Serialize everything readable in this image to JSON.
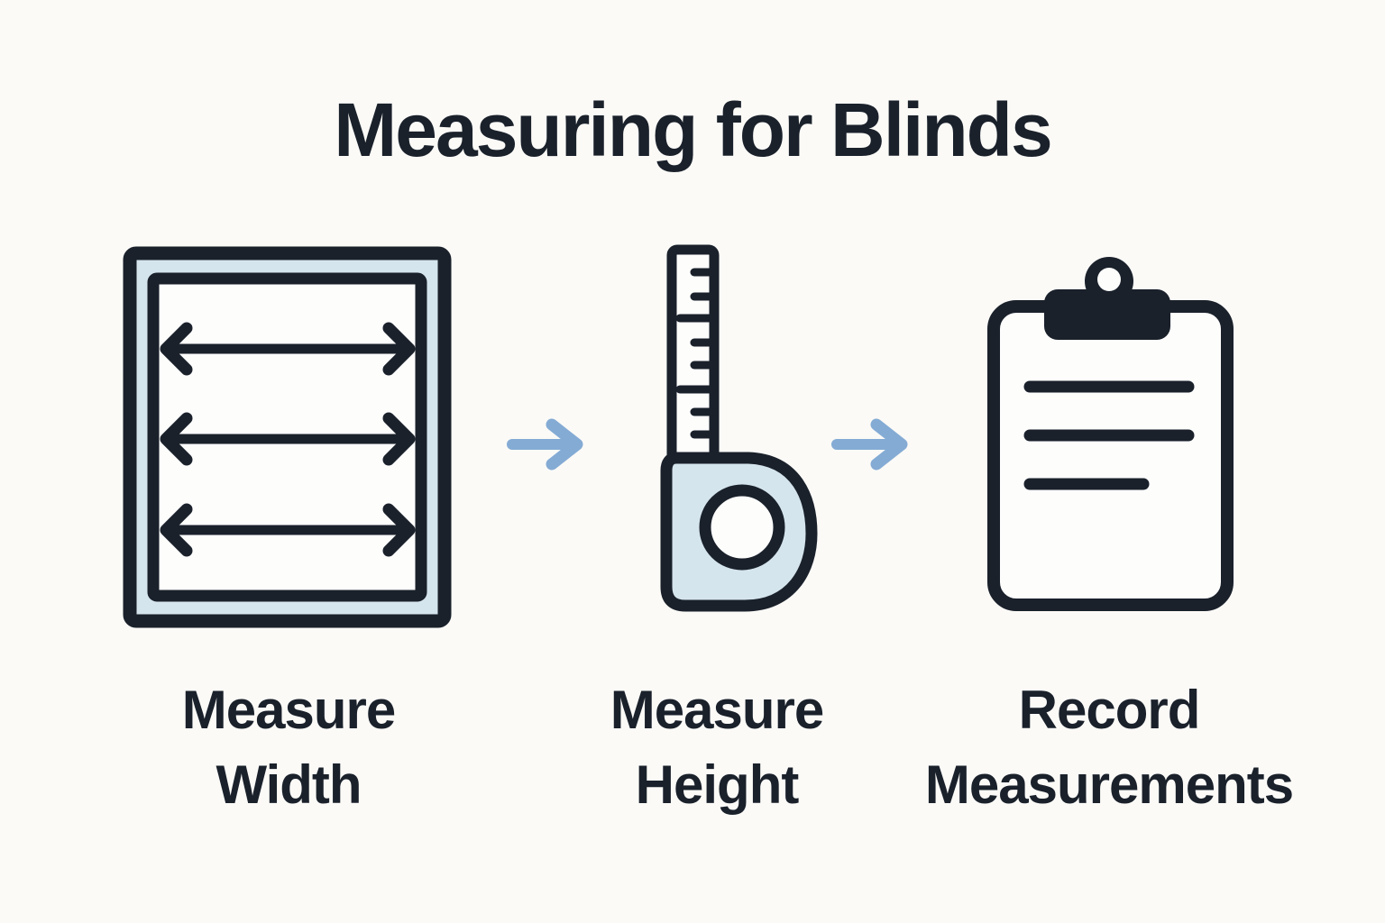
{
  "title": "Measuring for Blinds",
  "colors": {
    "bg": "#fbfaf7",
    "ink": "#1a212b",
    "panel-blue": "#d5e5ee",
    "arrow-blue": "#84abd4"
  },
  "steps": [
    {
      "icon": "window-width-icon",
      "label_line1": "Measure",
      "label_line2": "Width"
    },
    {
      "icon": "tape-measure-icon",
      "label_line1": "Measure",
      "label_line2": "Height"
    },
    {
      "icon": "clipboard-icon",
      "label_line1": "Record",
      "label_line2": "Measurements"
    }
  ],
  "connector": {
    "icon": "right-arrow-icon"
  }
}
